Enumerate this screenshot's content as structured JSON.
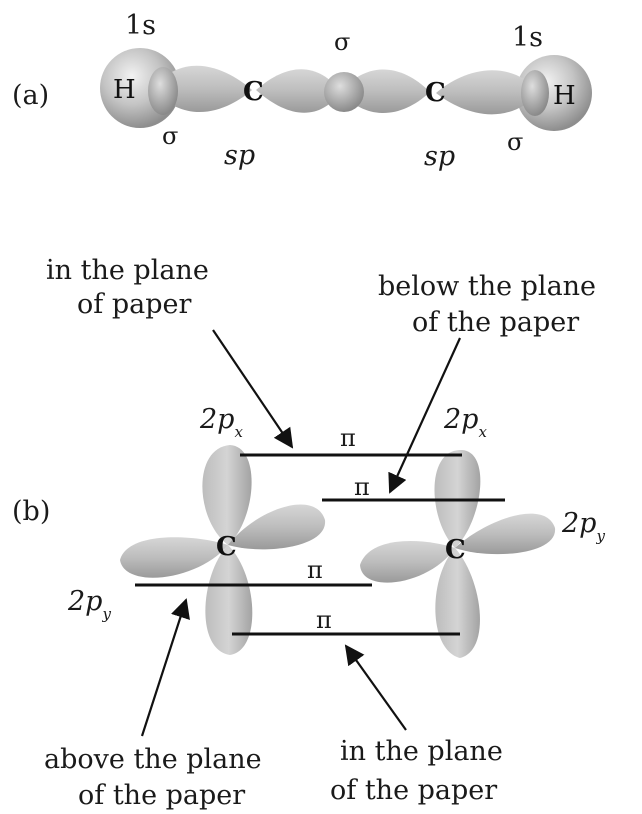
{
  "part_a": {
    "label": "(a)",
    "h_orbital_left": "1s",
    "h_orbital_right": "1s",
    "h_left": "H",
    "h_right": "H",
    "carbon_left": "C",
    "carbon_right": "C",
    "sigma_center": "σ",
    "sigma_left": "σ",
    "sigma_right": "σ",
    "hybrid_left": "sp",
    "hybrid_right": "sp"
  },
  "part_b": {
    "label": "(b)",
    "carbon_left": "C",
    "carbon_right": "C",
    "orbital_px": "2p",
    "orbital_px_sub": "x",
    "orbital_py": "2p",
    "orbital_py_sub": "y",
    "pi": "π",
    "callout_top_left": [
      "in the plane",
      "of paper"
    ],
    "callout_top_right": [
      "below the plane",
      "of the paper"
    ],
    "callout_bottom_left": [
      "above the plane",
      "of the paper"
    ],
    "callout_bottom_right": [
      "in the plane",
      "of the paper"
    ]
  }
}
